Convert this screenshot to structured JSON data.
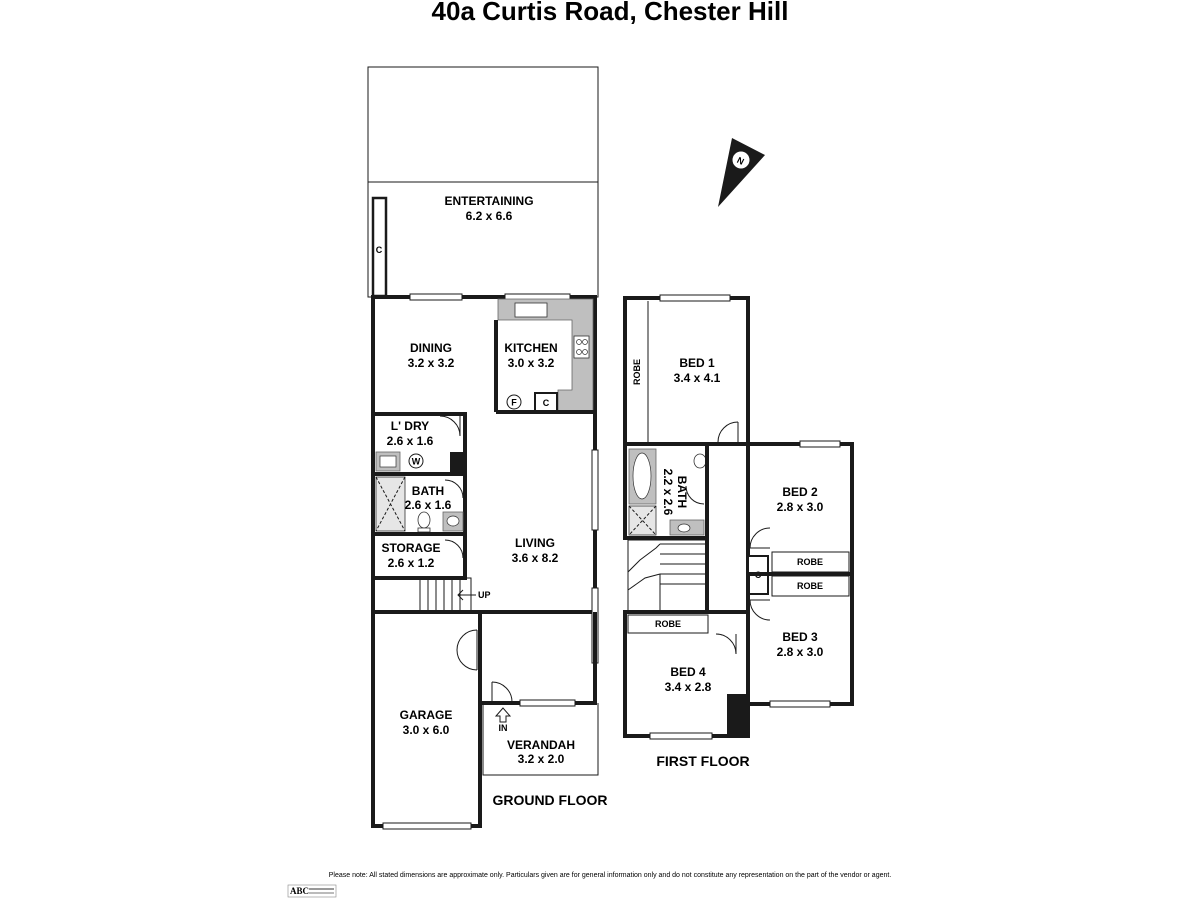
{
  "title": "40a Curtis Road, Chester Hill",
  "ground_floor": {
    "label": "GROUND FLOOR",
    "rooms": {
      "entertaining": {
        "name": "ENTERTAINING",
        "dims": "6.2 x 6.6"
      },
      "dining": {
        "name": "DINING",
        "dims": "3.2 x 3.2"
      },
      "kitchen": {
        "name": "KITCHEN",
        "dims": "3.0 x 3.2"
      },
      "laundry": {
        "name": "L' DRY",
        "dims": "2.6 x 1.6"
      },
      "bath": {
        "name": "BATH",
        "dims": "2.6 x 1.6"
      },
      "storage": {
        "name": "STORAGE",
        "dims": "2.6 x 1.2"
      },
      "living": {
        "name": "LIVING",
        "dims": "3.6 x 8.2"
      },
      "garage": {
        "name": "GARAGE",
        "dims": "3.0 x 6.0"
      },
      "verandah": {
        "name": "VERANDAH",
        "dims": "3.2 x 2.0"
      }
    },
    "marks": {
      "c_ent": "C",
      "c_kit": "C",
      "f_kit": "F",
      "w_ldry": "W",
      "up": "UP",
      "in": "IN"
    }
  },
  "first_floor": {
    "label": "FIRST FLOOR",
    "rooms": {
      "bed1": {
        "name": "BED 1",
        "dims": "3.4 x 4.1"
      },
      "bath": {
        "name": "BATH",
        "dims": "2.2 x 2.6"
      },
      "bed2": {
        "name": "BED 2",
        "dims": "2.8 x 3.0"
      },
      "bed3": {
        "name": "BED 3",
        "dims": "2.8 x 3.0"
      },
      "bed4": {
        "name": "BED 4",
        "dims": "3.4 x 2.8"
      }
    },
    "marks": {
      "robe": "ROBE",
      "c": "C"
    }
  },
  "compass": {
    "letter": "N"
  },
  "disclaimer": "Please note: All stated dimensions are approximate only. Particulars given are for general information only and do not constitute any representation on the part of the vendor or agent.",
  "logo": {
    "text": "ABC"
  }
}
